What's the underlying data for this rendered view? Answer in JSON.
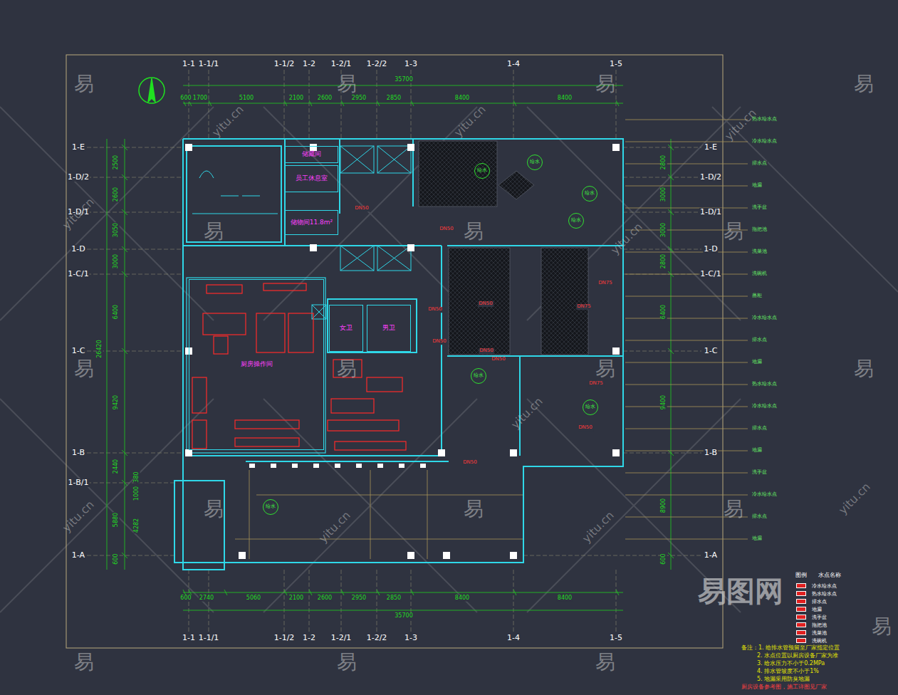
{
  "diagram": {
    "nodes": [
      {
        "text": [
          "储藏间"
        ]
      },
      {
        "text": [
          "员工休息室"
        ]
      },
      {
        "text": [
          "储物间11.8m²"
        ]
      },
      {
        "text": [
          "女卫"
        ]
      },
      {
        "text": [
          "男卫"
        ]
      },
      {
        "text": [
          "厨房操作间"
        ]
      },
      {
        "text": [
          "给水"
        ]
      },
      {
        "text": [
          "给水"
        ]
      },
      {
        "text": [
          "给水"
        ]
      },
      {
        "text": [
          "给水"
        ]
      },
      {
        "text": [
          "给水"
        ]
      },
      {
        "text": [
          "给水"
        ]
      },
      {
        "text": [
          "给水"
        ]
      }
    ],
    "labels": [
      "1-1",
      "1-1/1",
      "1-1/2",
      "1-2",
      "1-2/1",
      "1-2/2",
      "1-3",
      "1-4",
      "1-5",
      "1-1",
      "1-1/1",
      "1-1/2",
      "1-2",
      "1-2/1",
      "1-2/2",
      "1-3",
      "1-4",
      "1-5",
      "35700",
      "600",
      "1700",
      "5100",
      "2100",
      "2600",
      "2950",
      "2850",
      "8400",
      "8400",
      "600",
      "2740",
      "5060",
      "2100",
      "2600",
      "2950",
      "2850",
      "8400",
      "8400",
      "35700",
      "1-E",
      "1-D/2",
      "1-D/1",
      "1-D",
      "1-C/1",
      "1-C",
      "1-B",
      "1-B/1",
      "1-A",
      "1-E",
      "1-D/2",
      "1-D/1",
      "1-D",
      "1-C/1",
      "1-C",
      "1-B",
      "1-A",
      "2500",
      "2600",
      "3050",
      "3000",
      "6400",
      "9420",
      "2440",
      "5880",
      "600",
      "26420",
      "1000",
      "380",
      "4282",
      "2800",
      "3000",
      "3000",
      "2800",
      "6400",
      "9400",
      "8900",
      "600",
      "DN50",
      "DN50",
      "DN75",
      "DN50",
      "DN50",
      "DN75",
      "DN50",
      "DN50",
      "DN50",
      "DN75",
      "DN50",
      "DN50",
      "热水给水点",
      "冷水给水点",
      "排水点",
      "地漏",
      "洗手盆",
      "拖把池",
      "洗菜池",
      "洗碗机",
      "蒸柜",
      "冷水给水点",
      "排水点",
      "地漏",
      "热水给水点",
      "冷水给水点",
      "排水点",
      "地漏",
      "洗手盆",
      "冷水给水点",
      "排水点",
      "地漏",
      "图例",
      "水点名称",
      "备注：1. 给排水管预留至厂家指定位置",
      "2. 水点位置以厨房设备厂家为准",
      "3. 给水压力不小于0.2MPa",
      "4. 排水管坡度不小于1%",
      "5. 地漏采用防臭地漏",
      "厨房设备参考图，施工详图见厂家",
      "易",
      "易",
      "易",
      "易",
      "易",
      "易",
      "易",
      "易",
      "易",
      "易",
      "易",
      "易",
      "易",
      "易",
      "易",
      "易",
      "易",
      "易",
      "yitu.cn",
      "yitu.cn",
      "yitu.cn",
      "yitu.cn",
      "yitu.cn",
      "yitu.cn",
      "yitu.cn",
      "yitu.cn",
      "yitu.cn",
      "yitu.cn",
      "易图网"
    ],
    "legend": [
      {
        "text": "冷水给水点",
        "color": "#e02020"
      },
      {
        "text": "热水给水点",
        "color": "#e02020"
      },
      {
        "text": "排水点",
        "color": "#e02020"
      },
      {
        "text": "地漏",
        "color": "#e02020"
      },
      {
        "text": "洗手盆",
        "color": "#e02020"
      },
      {
        "text": "拖把池",
        "color": "#e02020"
      },
      {
        "text": "洗菜池",
        "color": "#e02020"
      },
      {
        "text": "洗碗机",
        "color": "#e02020"
      }
    ]
  }
}
